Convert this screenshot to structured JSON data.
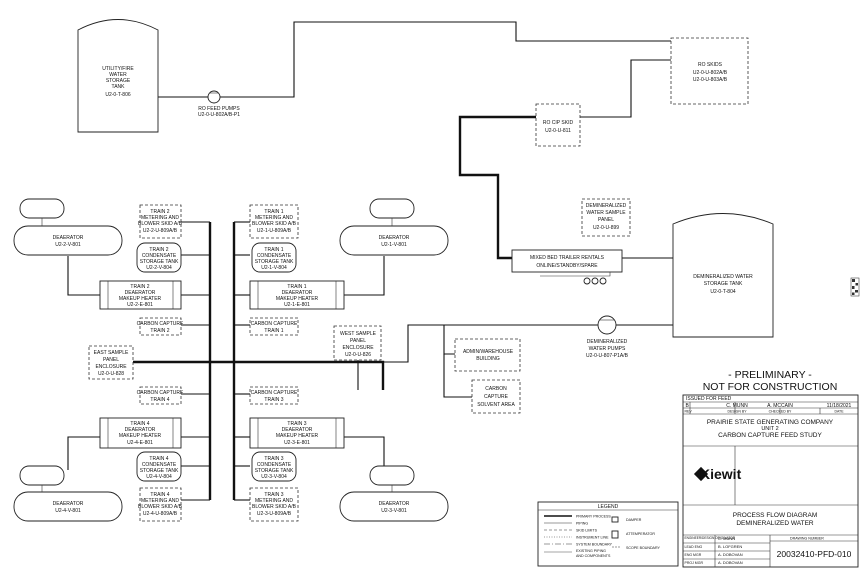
{
  "equipment": {
    "utility_tank": [
      "UTILITY/FIRE",
      "WATER",
      "STORAGE",
      "TANK",
      "U2-0-T-806"
    ],
    "ro_feed_pumps": [
      "RO FEED PUMPS",
      "U2-0-U-802A/B-P1"
    ],
    "ro_skids": [
      "RO SKIDS",
      "U2-0-U-802A/B",
      "U2-0-U-803A/B"
    ],
    "ro_cip_skid": [
      "RO CIP SKID",
      "U2-0-U-811"
    ],
    "demin_sample_panel": [
      "DEMINERALIZED",
      "WATER SAMPLE",
      "PANEL",
      "U2-0-U-899"
    ],
    "demin_tank": [
      "DEMINERALIZED WATER",
      "STORAGE TANK",
      "U2-0-T-804"
    ],
    "mixed_bed": [
      "MIXED BED TRAILER RENTALS",
      "ONLINE/STANDBY/SPARE"
    ],
    "demin_pumps": [
      "DEMINERALIZED",
      "WATER PUMPS",
      "U2-0-U-807-P1A/B"
    ],
    "admin_building": [
      "ADMIN/WAREHOUSE",
      "BUILDING"
    ],
    "solvent_area": [
      "CARBON",
      "CAPTURE",
      "SOLVENT AREA"
    ],
    "west_sample_panel": [
      "WEST SAMPLE",
      "PANEL",
      "ENCLOSURE",
      "U2-0-U-826"
    ],
    "east_sample_panel": [
      "EAST SAMPLE",
      "PANEL",
      "ENCLOSURE",
      "U2-0-U-828"
    ],
    "deaerator_2": [
      "DEAERATOR",
      "U2-2-V-801"
    ],
    "deaerator_1": [
      "DEAERATOR",
      "U2-1-V-801"
    ],
    "deaerator_4": [
      "DEAERATOR",
      "U2-4-V-801"
    ],
    "deaerator_3": [
      "DEAERATOR",
      "U2-3-V-801"
    ],
    "t2_blower": [
      "TRAIN 2",
      "METERING AND",
      "BLOWER SKID A/B",
      "U2-2-U-809A/B"
    ],
    "t2_condensate": [
      "TRAIN 2",
      "CONDENSATE",
      "STORAGE TANK",
      "U2-2-V-804"
    ],
    "t2_heater": [
      "TRAIN 2",
      "DEAERATOR",
      "MAKEUP HEATER",
      "U2-2-E-801"
    ],
    "t2_carbon": [
      "CARBON CAPTURE",
      "TRAIN 2"
    ],
    "t1_blower": [
      "TRAIN 1",
      "METERING AND",
      "BLOWER SKID A/B",
      "U2-1-U-809A/B"
    ],
    "t1_condensate": [
      "TRAIN 1",
      "CONDENSATE",
      "STORAGE TANK",
      "U2-1-V-804"
    ],
    "t1_heater": [
      "TRAIN 1",
      "DEAERATOR",
      "MAKEUP HEATER",
      "U2-1-E-801"
    ],
    "t1_carbon": [
      "CARBON CAPTURE",
      "TRAIN 1"
    ],
    "t4_carbon": [
      "CARBON CAPTURE",
      "TRAIN 4"
    ],
    "t4_heater": [
      "TRAIN 4",
      "DEAERATOR",
      "MAKEUP HEATER",
      "U2-4-E-801"
    ],
    "t4_condensate": [
      "TRAIN 4",
      "CONDENSATE",
      "STORAGE TANK",
      "U2-4-V-804"
    ],
    "t4_blower": [
      "TRAIN 4",
      "METERING AND",
      "BLOWER SKID A/B",
      "U2-4-U-809A/B"
    ],
    "t3_carbon": [
      "CARBON CAPTURE",
      "TRAIN 3"
    ],
    "t3_heater": [
      "TRAIN 3",
      "DEAERATOR",
      "MAKEUP HEATER",
      "U2-3-E-801"
    ],
    "t3_condensate": [
      "TRAIN 3",
      "CONDENSATE",
      "STORAGE TANK",
      "U2-3-V-804"
    ],
    "t3_blower": [
      "TRAIN 3",
      "METERING AND",
      "BLOWER SKID A/B",
      "U2-3-U-809A/B"
    ]
  },
  "legend": {
    "title": "LEGEND",
    "items": [
      "PRIMARY PROCESS",
      "PIPING",
      "SKID LIMITS",
      "INSTRUMENT LINE",
      "SYSTEM BOUNDARY",
      "EXISTING PIPING",
      "AND COMPONENTS"
    ],
    "symbols": [
      "DAMPER",
      "ATTEMPERATOR",
      "SCOPE BOUNDARY"
    ]
  },
  "stamp": [
    "- PRELIMINARY -",
    "NOT FOR CONSTRUCTION"
  ],
  "title_block": {
    "revision": {
      "rev": "B",
      "description": "ISSUED FOR FEED",
      "by": "C. MUNN",
      "checked": "A. MCCAIN",
      "date": "11/18/2021",
      "headers": [
        "REV",
        "DESIGN BY",
        "CHECKED BY",
        "DATE"
      ]
    },
    "company": [
      "PRAIRIE STATE GENERATING COMPANY",
      "UNIT 2",
      "CARBON CAPTURE FEED STUDY"
    ],
    "logo_text": "Kiewit",
    "drawing_title": [
      "PROCESS FLOW DIAGRAM",
      "DEMINERALIZED WATER"
    ],
    "signatures": [
      {
        "role": "ENGINEER/DESIGN ORIGINATOR",
        "name": "C. MUNN"
      },
      {
        "role": "LEAD ENG",
        "name": "B. LOFGREN"
      },
      {
        "role": "ENG MGR",
        "name": "A. DOBOVAN"
      },
      {
        "role": "PROJ MGR",
        "name": "A. DOBOVAN"
      }
    ],
    "drawing_number_label": "DRAWING NUMBER",
    "drawing_number": "20032410-PFD-010"
  }
}
